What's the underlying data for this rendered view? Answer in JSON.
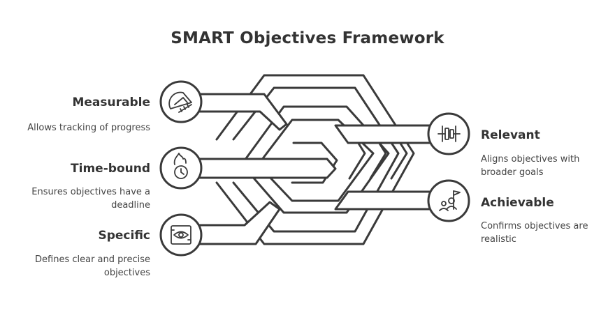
{
  "title": "SMART Objectives Framework",
  "items": {
    "measurable": {
      "label": "Measurable",
      "desc": "Allows tracking of progress",
      "icon": "protractor-icon"
    },
    "timebound": {
      "label": "Time-bound",
      "desc": "Ensures objectives have a deadline",
      "icon": "clock-fire-icon"
    },
    "specific": {
      "label": "Specific",
      "desc": "Defines clear and precise objectives",
      "icon": "eye-focus-icon"
    },
    "relevant": {
      "label": "Relevant",
      "desc": "Aligns objectives with broader goals",
      "icon": "alignment-icon"
    },
    "achievable": {
      "label": "Achievable",
      "desc": "Confirms objectives are realistic",
      "icon": "goal-flag-icon"
    }
  },
  "colors": {
    "stroke": "#3a3a3a",
    "fill": "#ffffff",
    "text": "#333333"
  }
}
